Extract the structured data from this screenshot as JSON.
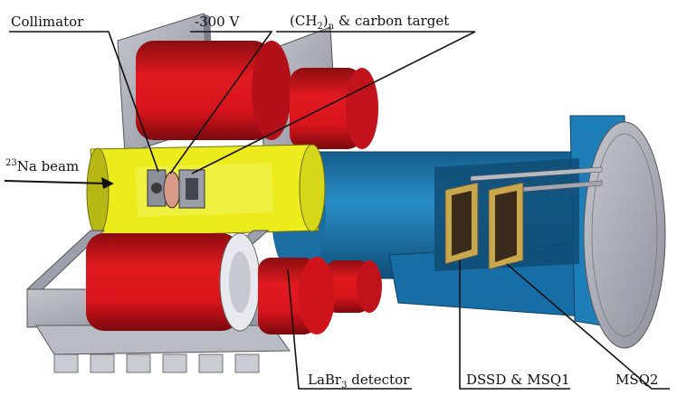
{
  "diagram": {
    "labels": {
      "collimator": "Collimator",
      "voltage": "-300 V",
      "target_prefix": "(CH",
      "target_sub1": "2",
      "target_mid": ")",
      "target_sub2": "n",
      "target_suffix": " & carbon target",
      "beam_sup": "23",
      "beam_text": "Na beam",
      "labr_prefix": "LaBr",
      "labr_sub": "3",
      "labr_suffix": " detector",
      "dssd": "DSSD & MSQ1",
      "msq2": "MSQ2"
    },
    "colors": {
      "frame_gray": "#a9acb6",
      "magnet_red": "#d8141c",
      "chamber_yellow": "#ecec1c",
      "chamber_blue": "#1e7fb8",
      "detector_gold": "#c8a84a",
      "lines": "#111111"
    }
  }
}
